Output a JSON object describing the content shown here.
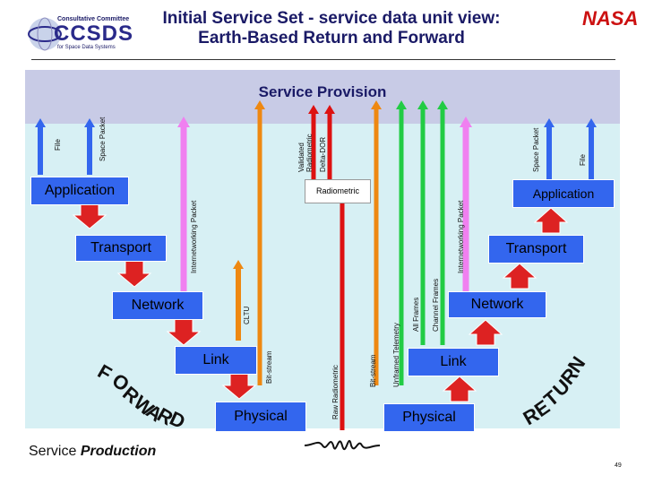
{
  "header": {
    "title_line1": "Initial Service Set  - service data unit view:",
    "title_line2": "Earth-Based Return and Forward",
    "logo_line1": "Consultative Committee",
    "logo_word": "CCSDS",
    "logo_line2": "for Space Data Systems",
    "nasa": "NASA"
  },
  "provision_label": "Service Provision",
  "production_label_prefix": "Service",
  "production_label_emph": "Production",
  "page_number": "49",
  "left_stack": {
    "application": "Application",
    "transport": "Transport",
    "network": "Network",
    "link": "Link",
    "physical": "Physical"
  },
  "right_stack": {
    "application": "Application",
    "transport": "Transport",
    "network": "Network",
    "link": "Link",
    "physical": "Physical"
  },
  "radiometric_box": "Radiometric",
  "forward_letters": [
    "F",
    "O",
    "R",
    "W",
    "A",
    "R",
    "D"
  ],
  "return_letters": [
    "R",
    "E",
    "T",
    "U",
    "R",
    "N"
  ],
  "vertical_labels": {
    "file_left": "File",
    "space_packet_left": "Space Packet",
    "internetworking_left": "Internetworking Packet",
    "cltu": "CLTU",
    "bitstream_fwd": "Bit-stream",
    "validated_radiometric": "Validated Radiometric",
    "delta_dor": "Delta-DOR",
    "raw_radiometric": "Raw Radiometric",
    "bitstream_ret": "Bit-stream",
    "unframed_telemetry": "Unframed Telemetry",
    "all_frames": "All Frames",
    "channel_frames": "Channel Frames",
    "internetworking_right": "Internetworking Packet",
    "space_packet_right": "Space Packet",
    "file_right": "File"
  },
  "colors": {
    "box": "#3366ee",
    "pink": "#f080f0",
    "green": "#22cc44",
    "orange": "#ee8811",
    "red": "#dd1111",
    "darkblue": "#222288"
  }
}
